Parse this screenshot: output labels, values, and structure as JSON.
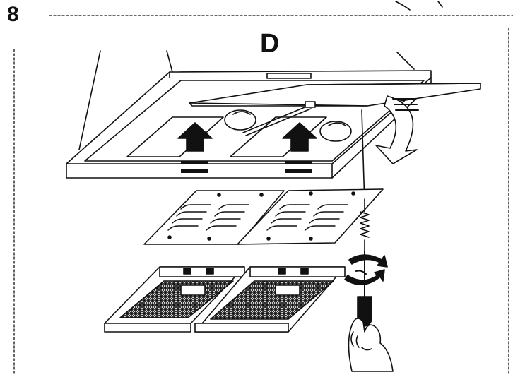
{
  "step": {
    "number": "8"
  },
  "panel": {
    "label": "D"
  },
  "parts": {
    "hood": "cooker-hood",
    "grease_grilles": 2,
    "carbon_filters": 2
  },
  "icons": [
    "step-arrow-up-icon",
    "step-arrow-up-icon",
    "rotate-panel-arrow-icon",
    "rotate-screw-arrow-icon",
    "screwdriver-icon",
    "hand-icon"
  ]
}
